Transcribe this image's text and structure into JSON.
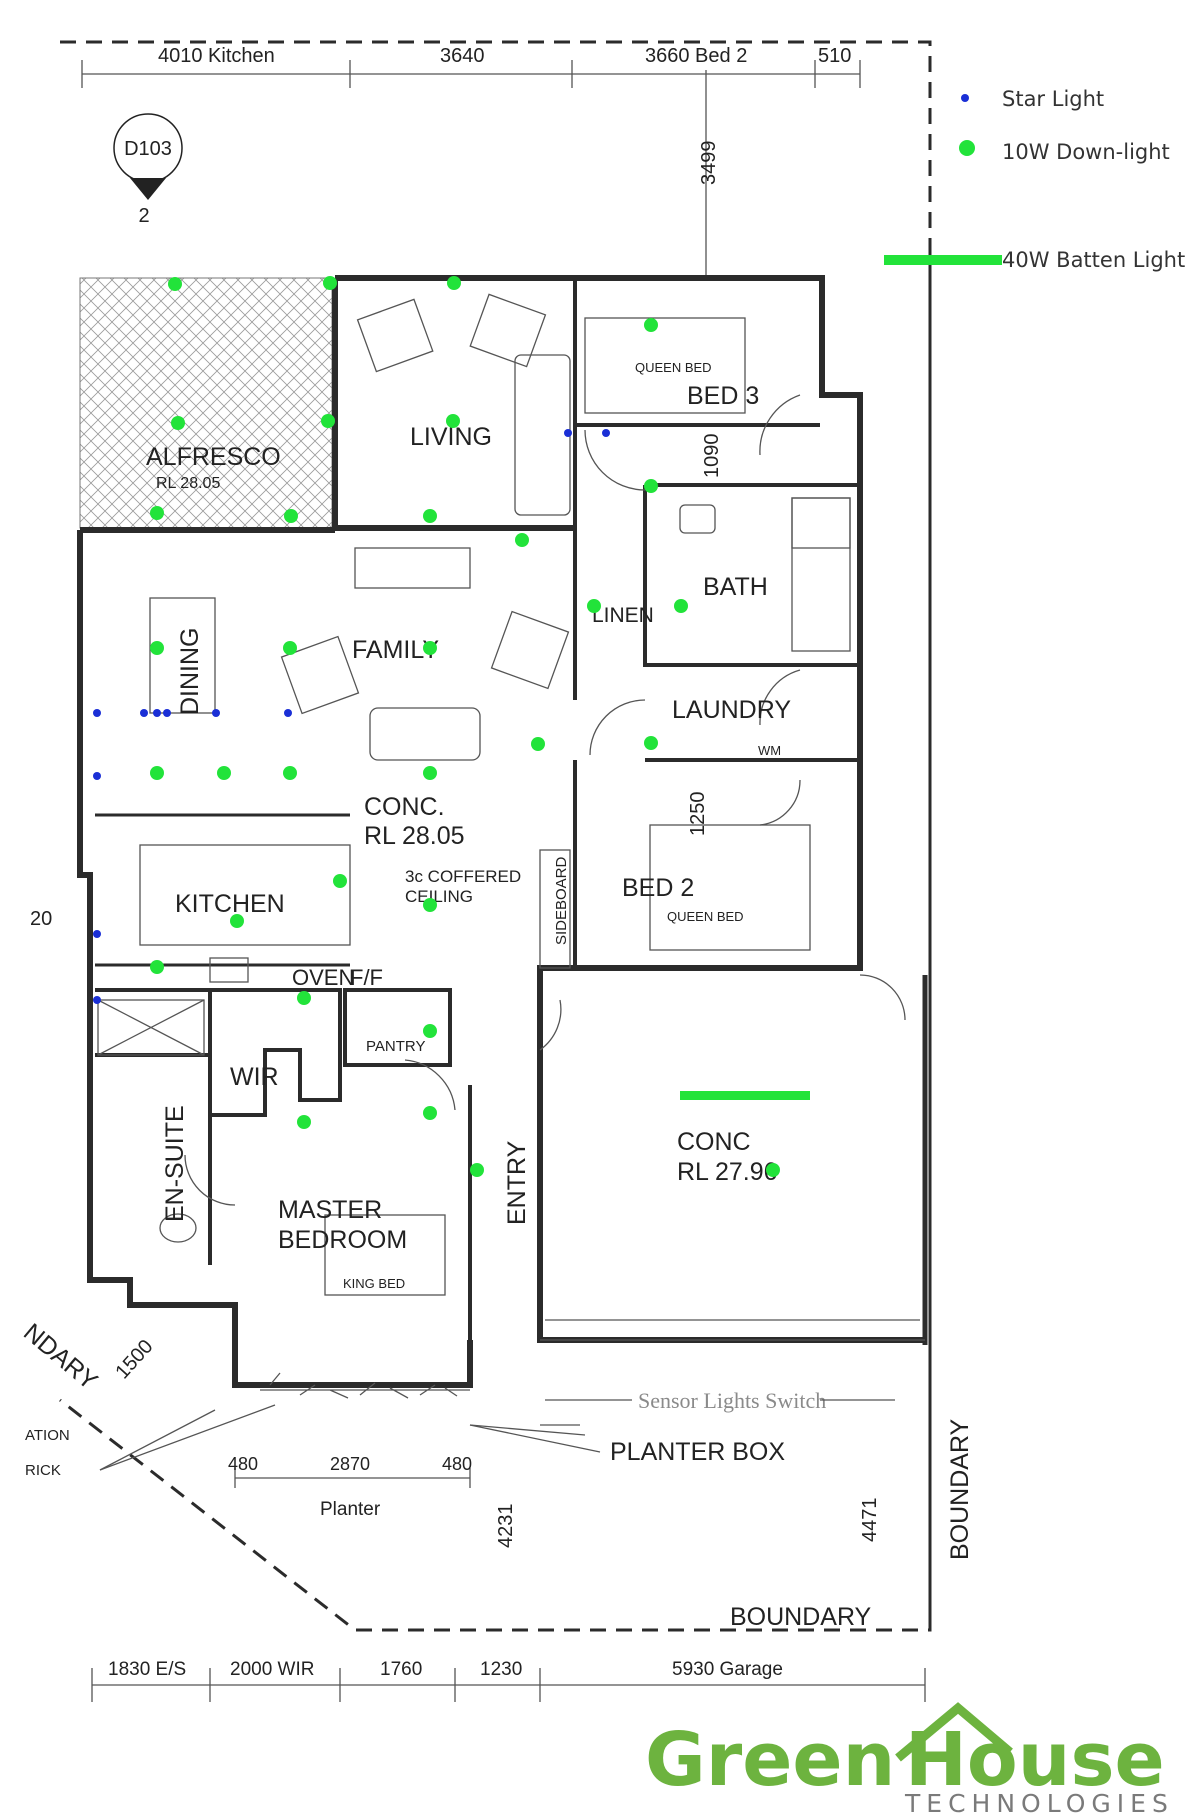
{
  "legend": {
    "star_light": "Star Light",
    "downlight": "10W Down-light",
    "batten": "40W Batten Light",
    "colors": {
      "star": "#1a2fd6",
      "downlight": "#22e33a",
      "batten": "#22e33a"
    }
  },
  "marker": {
    "code": "D103",
    "number": "2"
  },
  "top_dims": {
    "kitchen": "4010 Kitchen",
    "mid": "3640",
    "bed2": "3660 Bed 2",
    "end": "510",
    "right": "3499"
  },
  "rooms": {
    "alfresco": "ALFRESCO",
    "alfresco_rl": "RL 28.05",
    "living": "LIVING",
    "bed3": "BED 3",
    "queen_bed_top": "QUEEN BED",
    "bath": "BATH",
    "linen": "LINEN",
    "laundry": "LAUNDRY",
    "wm": "WM",
    "family": "FAMILY",
    "dining": "DINING",
    "conc": "CONC.",
    "conc_rl": "RL 28.05",
    "coffered1": "3c COFFERED",
    "coffered2": "CEILING",
    "kitchen": "KITCHEN",
    "sideboard": "SIDEBOARD",
    "bed2": "BED 2",
    "queen_bed_bot": "QUEEN BED",
    "oven": "OVEN",
    "ff": "F/F",
    "pantry": "PANTRY",
    "wir": "WIR",
    "ensuite": "EN-SUITE",
    "master1": "MASTER",
    "master2": "BEDROOM",
    "king_bed": "KING BED",
    "entry": "ENTRY",
    "garage1": "CONC",
    "garage2": "RL 27.96"
  },
  "side_dims": {
    "d1090": "1090",
    "d1250": "1250",
    "d20": "20",
    "d1500": "1500",
    "d4231": "4231",
    "d4471": "4471"
  },
  "annotations": {
    "sensor": "Sensor Lights Switch",
    "planter_box": "PLANTER BOX",
    "boundary_right": "BOUNDARY",
    "boundary_bottom": "BOUNDARY",
    "boundary_left": "NDARY",
    "ation": "ATION",
    "rick": "RICK",
    "p480a": "480",
    "p2870": "2870",
    "p480b": "480",
    "planter": "Planter"
  },
  "bottom_dims": {
    "es": "1830 E/S",
    "wir": "2000 WIR",
    "d1760": "1760",
    "d1230": "1230",
    "garage": "5930 Garage"
  },
  "brand": {
    "name_a": "Green",
    "name_b": "House",
    "sub": "TECHNOLOGIES"
  },
  "lights": {
    "downlights": [
      [
        175,
        284
      ],
      [
        330,
        283
      ],
      [
        454,
        283
      ],
      [
        178,
        423
      ],
      [
        328,
        421
      ],
      [
        453,
        421
      ],
      [
        651,
        325
      ],
      [
        291,
        516
      ],
      [
        430,
        516
      ],
      [
        157,
        513
      ],
      [
        522,
        540
      ],
      [
        651,
        486
      ],
      [
        594,
        606
      ],
      [
        681,
        606
      ],
      [
        157,
        648
      ],
      [
        290,
        648
      ],
      [
        430,
        648
      ],
      [
        538,
        744
      ],
      [
        651,
        743
      ],
      [
        157,
        773
      ],
      [
        224,
        773
      ],
      [
        290,
        773
      ],
      [
        430,
        773
      ],
      [
        340,
        881
      ],
      [
        430,
        905
      ],
      [
        237,
        921
      ],
      [
        157,
        967
      ],
      [
        304,
        998
      ],
      [
        430,
        1031
      ],
      [
        304,
        1122
      ],
      [
        430,
        1113
      ],
      [
        477,
        1170
      ],
      [
        773,
        1170
      ]
    ],
    "stars": [
      [
        97,
        713
      ],
      [
        144,
        713
      ],
      [
        157,
        713
      ],
      [
        167,
        713
      ],
      [
        216,
        713
      ],
      [
        288,
        713
      ],
      [
        97,
        776
      ],
      [
        568,
        433
      ],
      [
        606,
        433
      ],
      [
        97,
        934
      ],
      [
        97,
        1000
      ]
    ]
  }
}
